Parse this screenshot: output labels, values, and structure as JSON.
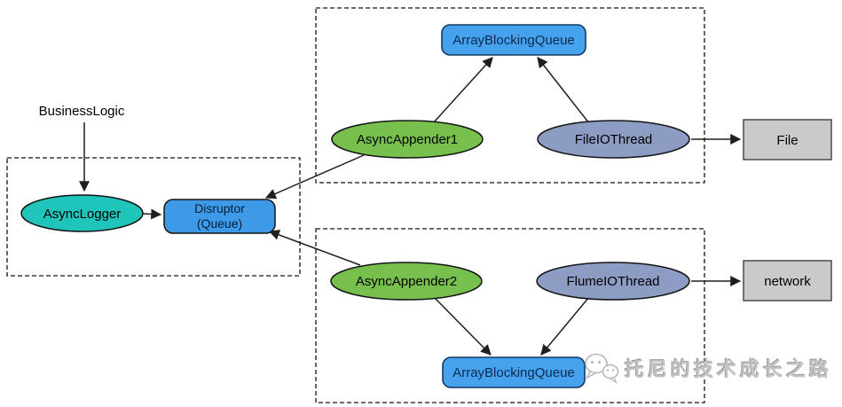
{
  "labels": {
    "business_logic": "BusinessLogic",
    "async_logger": "AsyncLogger",
    "disruptor_line1": "Disruptor",
    "disruptor_line2": "(Queue)",
    "array_blocking_queue_top": "ArrayBlockingQueue",
    "async_appender1": "AsyncAppender1",
    "file_io_thread": "FileIOThread",
    "async_appender2": "AsyncAppender2",
    "flume_io_thread": "FlumeIOThread",
    "array_blocking_queue_bottom": "ArrayBlockingQueue",
    "file": "File",
    "network": "network"
  },
  "colors": {
    "async_logger_fill": "#1fc4bb",
    "appender_fill": "#77c04e",
    "io_thread_fill": "#8c9cc2",
    "disruptor_fill": "#3e9ae6",
    "queue_fill": "#46a2ec",
    "sink_fill": "#cacaca",
    "edge": "#1f1f1f"
  },
  "watermark": {
    "icon": "chat-bubbles-icon",
    "text": "托尼的技术成长之路"
  }
}
